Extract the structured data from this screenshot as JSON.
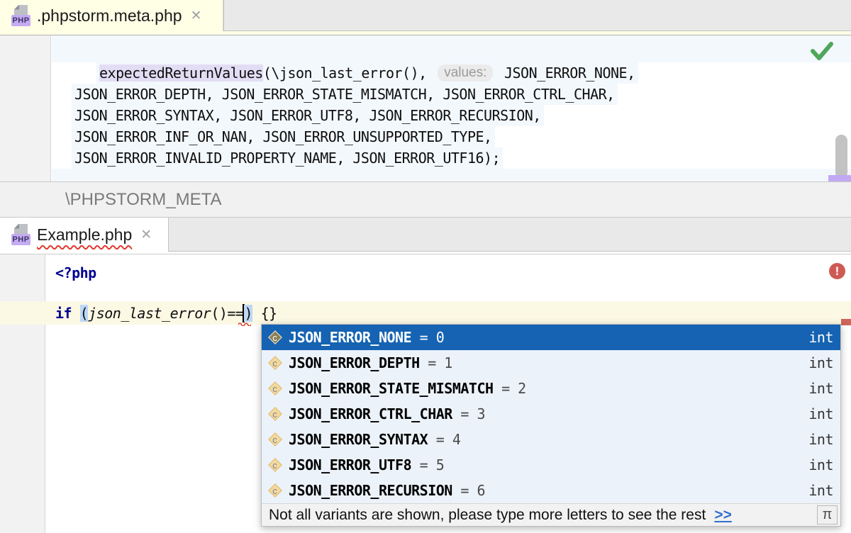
{
  "tabs": {
    "meta": {
      "title": ".phpstorm.meta.php",
      "close": "✕",
      "icon_label": "PHP"
    },
    "example": {
      "title": "Example.php",
      "close": "✕",
      "icon_label": "PHP"
    }
  },
  "breadcrumb": "\\PHPSTORM_META",
  "top_editor": {
    "line1": {
      "highlighted": "expectedReturnValues",
      "call": "(\\json_last_error(), ",
      "hint": "values:",
      "tail": " JSON_ERROR_NONE,"
    },
    "line2": "JSON_ERROR_DEPTH, JSON_ERROR_STATE_MISMATCH, JSON_ERROR_CTRL_CHAR,",
    "line3": "JSON_ERROR_SYNTAX, JSON_ERROR_UTF8, JSON_ERROR_RECURSION,",
    "line4": "JSON_ERROR_INF_OR_NAN, JSON_ERROR_UNSUPPORTED_TYPE,",
    "line5": "JSON_ERROR_INVALID_PROPERTY_NAME, JSON_ERROR_UTF16);"
  },
  "bottom_editor": {
    "php_open": "<?php",
    "error_badge": "!",
    "if_line": {
      "keyword": "if",
      "space": " ",
      "open_paren": "(",
      "function": "json_last_error",
      "mid": "()==",
      "close_paren": ")",
      "tail": " {}"
    }
  },
  "completion": {
    "icon_letter": "c",
    "items": [
      {
        "name": "JSON_ERROR_NONE",
        "value": " = 0",
        "type": "int"
      },
      {
        "name": "JSON_ERROR_DEPTH",
        "value": " = 1",
        "type": "int"
      },
      {
        "name": "JSON_ERROR_STATE_MISMATCH",
        "value": " = 2",
        "type": "int"
      },
      {
        "name": "JSON_ERROR_CTRL_CHAR",
        "value": " = 3",
        "type": "int"
      },
      {
        "name": "JSON_ERROR_SYNTAX",
        "value": " = 4",
        "type": "int"
      },
      {
        "name": "JSON_ERROR_UTF8",
        "value": " = 5",
        "type": "int"
      },
      {
        "name": "JSON_ERROR_RECURSION",
        "value": " = 6",
        "type": "int"
      }
    ],
    "footer": {
      "text": "Not all variants are shown, please type more letters to see the rest",
      "link": ">>",
      "button": "π"
    }
  },
  "colors": {
    "selected_row": "#1563B2",
    "row_bg": "#ECF2FA",
    "caret_line": "#FBF8E4",
    "active_tab": "#FFFFE6",
    "fragment_bg": "#F3F8FD",
    "identifier_hl": "#E2DDF4",
    "paren_match": "#BDD7F5",
    "keyword": "#000091",
    "check_green": "#4EA75A",
    "error_red": "#CE5A55",
    "stripe_purple": "#C1A9F4",
    "link_blue": "#3270D0"
  }
}
